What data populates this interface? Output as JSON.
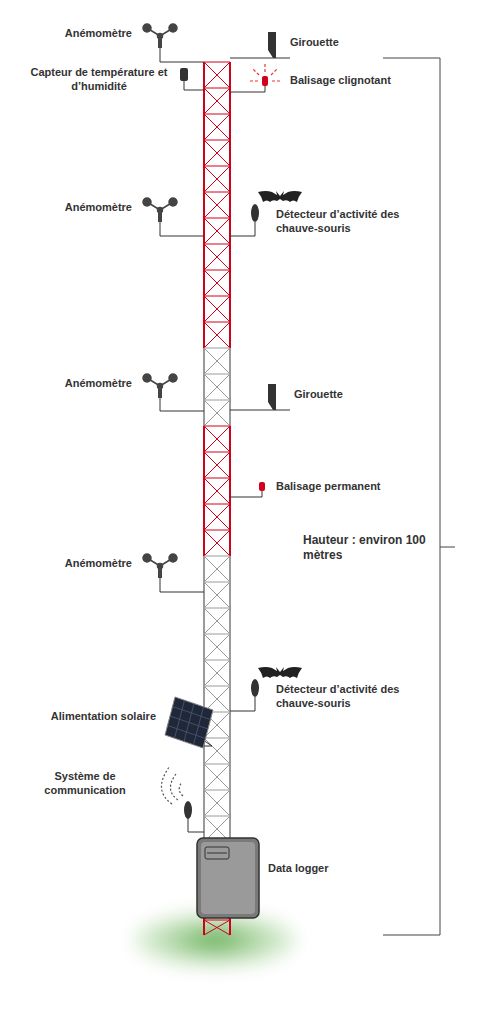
{
  "diagram": {
    "labels": [
      "Anémomètre",
      "Girouette",
      "Capteur de température et d’humidité",
      "Balisage clignotant",
      "Anémomètre",
      "Détecteur d’activité des chauve-souris",
      "Anémomètre",
      "Girouette",
      "Balisage permanent",
      "Hauteur : environ 100 mètres",
      "Anémomètre",
      "Alimentation solaire",
      "Détecteur d’activité des chauve-souris",
      "Système de communication",
      "Data logger"
    ]
  }
}
